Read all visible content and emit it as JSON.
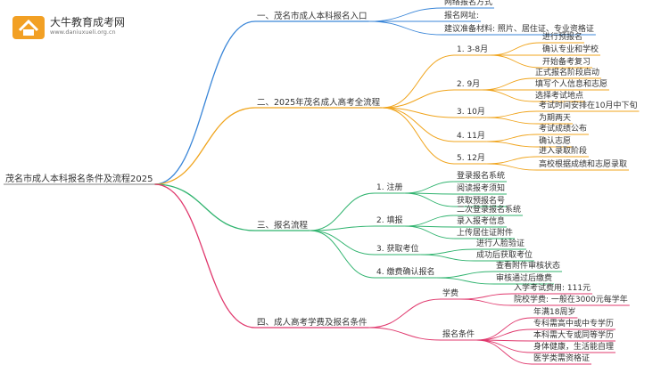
{
  "brand": {
    "name": "大牛教育成考网",
    "domain": "www.daniuxueli.org.cn"
  },
  "colors": {
    "blue": "#3a86d8",
    "orange": "#f0a41c",
    "green": "#2fb36e",
    "pink": "#e0386d",
    "gray": "#9a9a9a",
    "logo": "#f2a024"
  },
  "root": "茂名市成人本科报名条件及流程2025",
  "branches": [
    {
      "label": "一、茂名市成人本科报名入口",
      "items": [
        "网络报名方式",
        "报名网址:",
        "建议准备材料: 照片、居住证、专业资格证"
      ]
    },
    {
      "label": "二、2025年茂名成人高考全流程",
      "groups": [
        {
          "label": "1. 3-8月",
          "items": [
            "进行预报名",
            "确认专业和学校",
            "开始备考复习"
          ]
        },
        {
          "label": "2. 9月",
          "items": [
            "正式报名阶段启动",
            "填写个人信息和志愿",
            "选择考试地点"
          ]
        },
        {
          "label": "3. 10月",
          "items": [
            "考试时间安排在10月中下旬",
            "为期两天"
          ]
        },
        {
          "label": "4. 11月",
          "items": [
            "考试成绩公布",
            "确认志愿"
          ]
        },
        {
          "label": "5. 12月",
          "items": [
            "进入录取阶段",
            "高校根据成绩和志愿录取"
          ]
        }
      ]
    },
    {
      "label": "三、报名流程",
      "groups": [
        {
          "label": "1. 注册",
          "items": [
            "登录报名系统",
            "阅读报考须知",
            "获取预报名号"
          ]
        },
        {
          "label": "2. 填报",
          "items": [
            "二次登录报名系统",
            "录入报考信息",
            "上传居住证附件"
          ]
        },
        {
          "label": "3. 获取考位",
          "items": [
            "进行人脸验证",
            "成功后获取考位"
          ]
        },
        {
          "label": "4. 缴费确认报名",
          "items": [
            "查看附件审核状态",
            "审核通过后缴费"
          ]
        }
      ]
    },
    {
      "label": "四、成人高考学费及报名条件",
      "groups": [
        {
          "label": "学费",
          "items": [
            "入学考试费用: 111元",
            "院校学费: 一般在3000元每学年"
          ]
        },
        {
          "label": "报名条件",
          "items": [
            "年满18周岁",
            "专科需高中或中专学历",
            "本科需大专或同等学历",
            "身体健康，生活能自理",
            "医学类需资格证"
          ]
        }
      ]
    }
  ]
}
